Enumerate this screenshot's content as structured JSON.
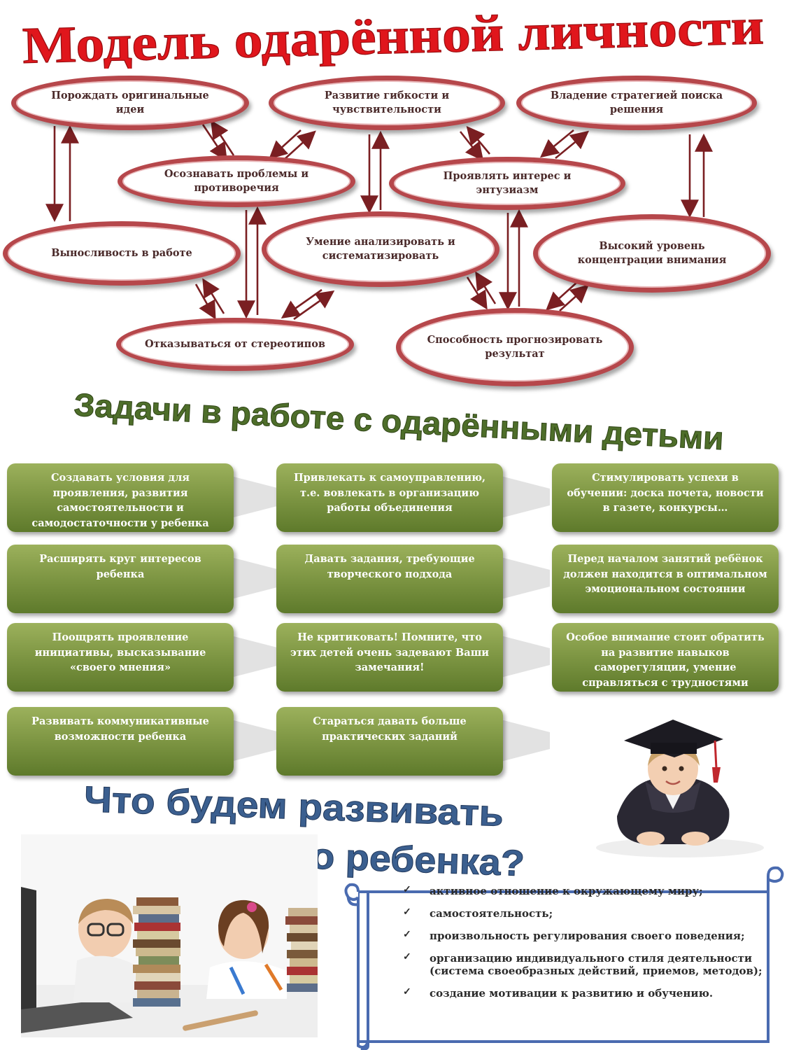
{
  "title": "Модель одарённой личности",
  "model": {
    "ovals": [
      {
        "id": "generate",
        "text": "Порождать оригинальные идеи"
      },
      {
        "id": "flex",
        "text": "Развитие гибкости и чувствительности"
      },
      {
        "id": "strategy",
        "text": "Владение стратегией поиска решения"
      },
      {
        "id": "problems",
        "text": "Осознавать проблемы и противоречия"
      },
      {
        "id": "interest",
        "text": "Проявлять интерес и энтузиазм"
      },
      {
        "id": "endurance",
        "text": "Выносливость в работе"
      },
      {
        "id": "analyze",
        "text": "Умение анализировать и систематизировать"
      },
      {
        "id": "focus",
        "text": "Высокий уровень концентрации внимания"
      },
      {
        "id": "stereo",
        "text": "Отказываться от стереотипов"
      },
      {
        "id": "forecast",
        "text": "Способность прогнозировать результат"
      }
    ]
  },
  "tasks_title": "Задачи в работе с одарёнными детьми",
  "tasks": [
    "Создавать условия для проявления, развития самостоятельности и самодостаточности у ребенка",
    "Привлекать к самоуправлению, т.е. вовлекать в организацию работы объединения",
    "Стимулировать успехи в обучении: доска почета, новости в газете, конкурсы…",
    "Расширять круг интересов ребенка",
    "Давать задания, требующие творческого подхода",
    "Перед началом занятий ребёнок должен находится в оптимальном эмоциональном состоянии",
    "Поощрять проявление инициативы, высказывание «своего мнения»",
    "Не критиковать! Помните, что этих детей очень задевают Ваши замечания!",
    "Особое внимание стоит обратить на развитие навыков саморегуляции, умение справляться с трудностями",
    "Развивать коммуникативные возможности ребенка",
    "Стараться давать больше практических заданий"
  ],
  "develop_title": {
    "line1": "Что будем развивать",
    "line2": "у одарённого ребенка?"
  },
  "develop_list": [
    "активное отношение к окружающему миру;",
    "самостоятельность;",
    "произвольность регулирования своего поведения;",
    "организацию индивидуального стиля деятельности (система своеобразных действий, приемов, методов);",
    "создание мотивации к развитию и обучению."
  ],
  "check_symbol": "✓",
  "colors": {
    "title_red": "#e0161c",
    "oval_border": "#b6474b",
    "arrow": "#7a1f22",
    "task_green": "#809845",
    "title_green": "#4e6e2a",
    "title_blue": "#3b5f8f",
    "scroll_border": "#4a6bb0"
  }
}
